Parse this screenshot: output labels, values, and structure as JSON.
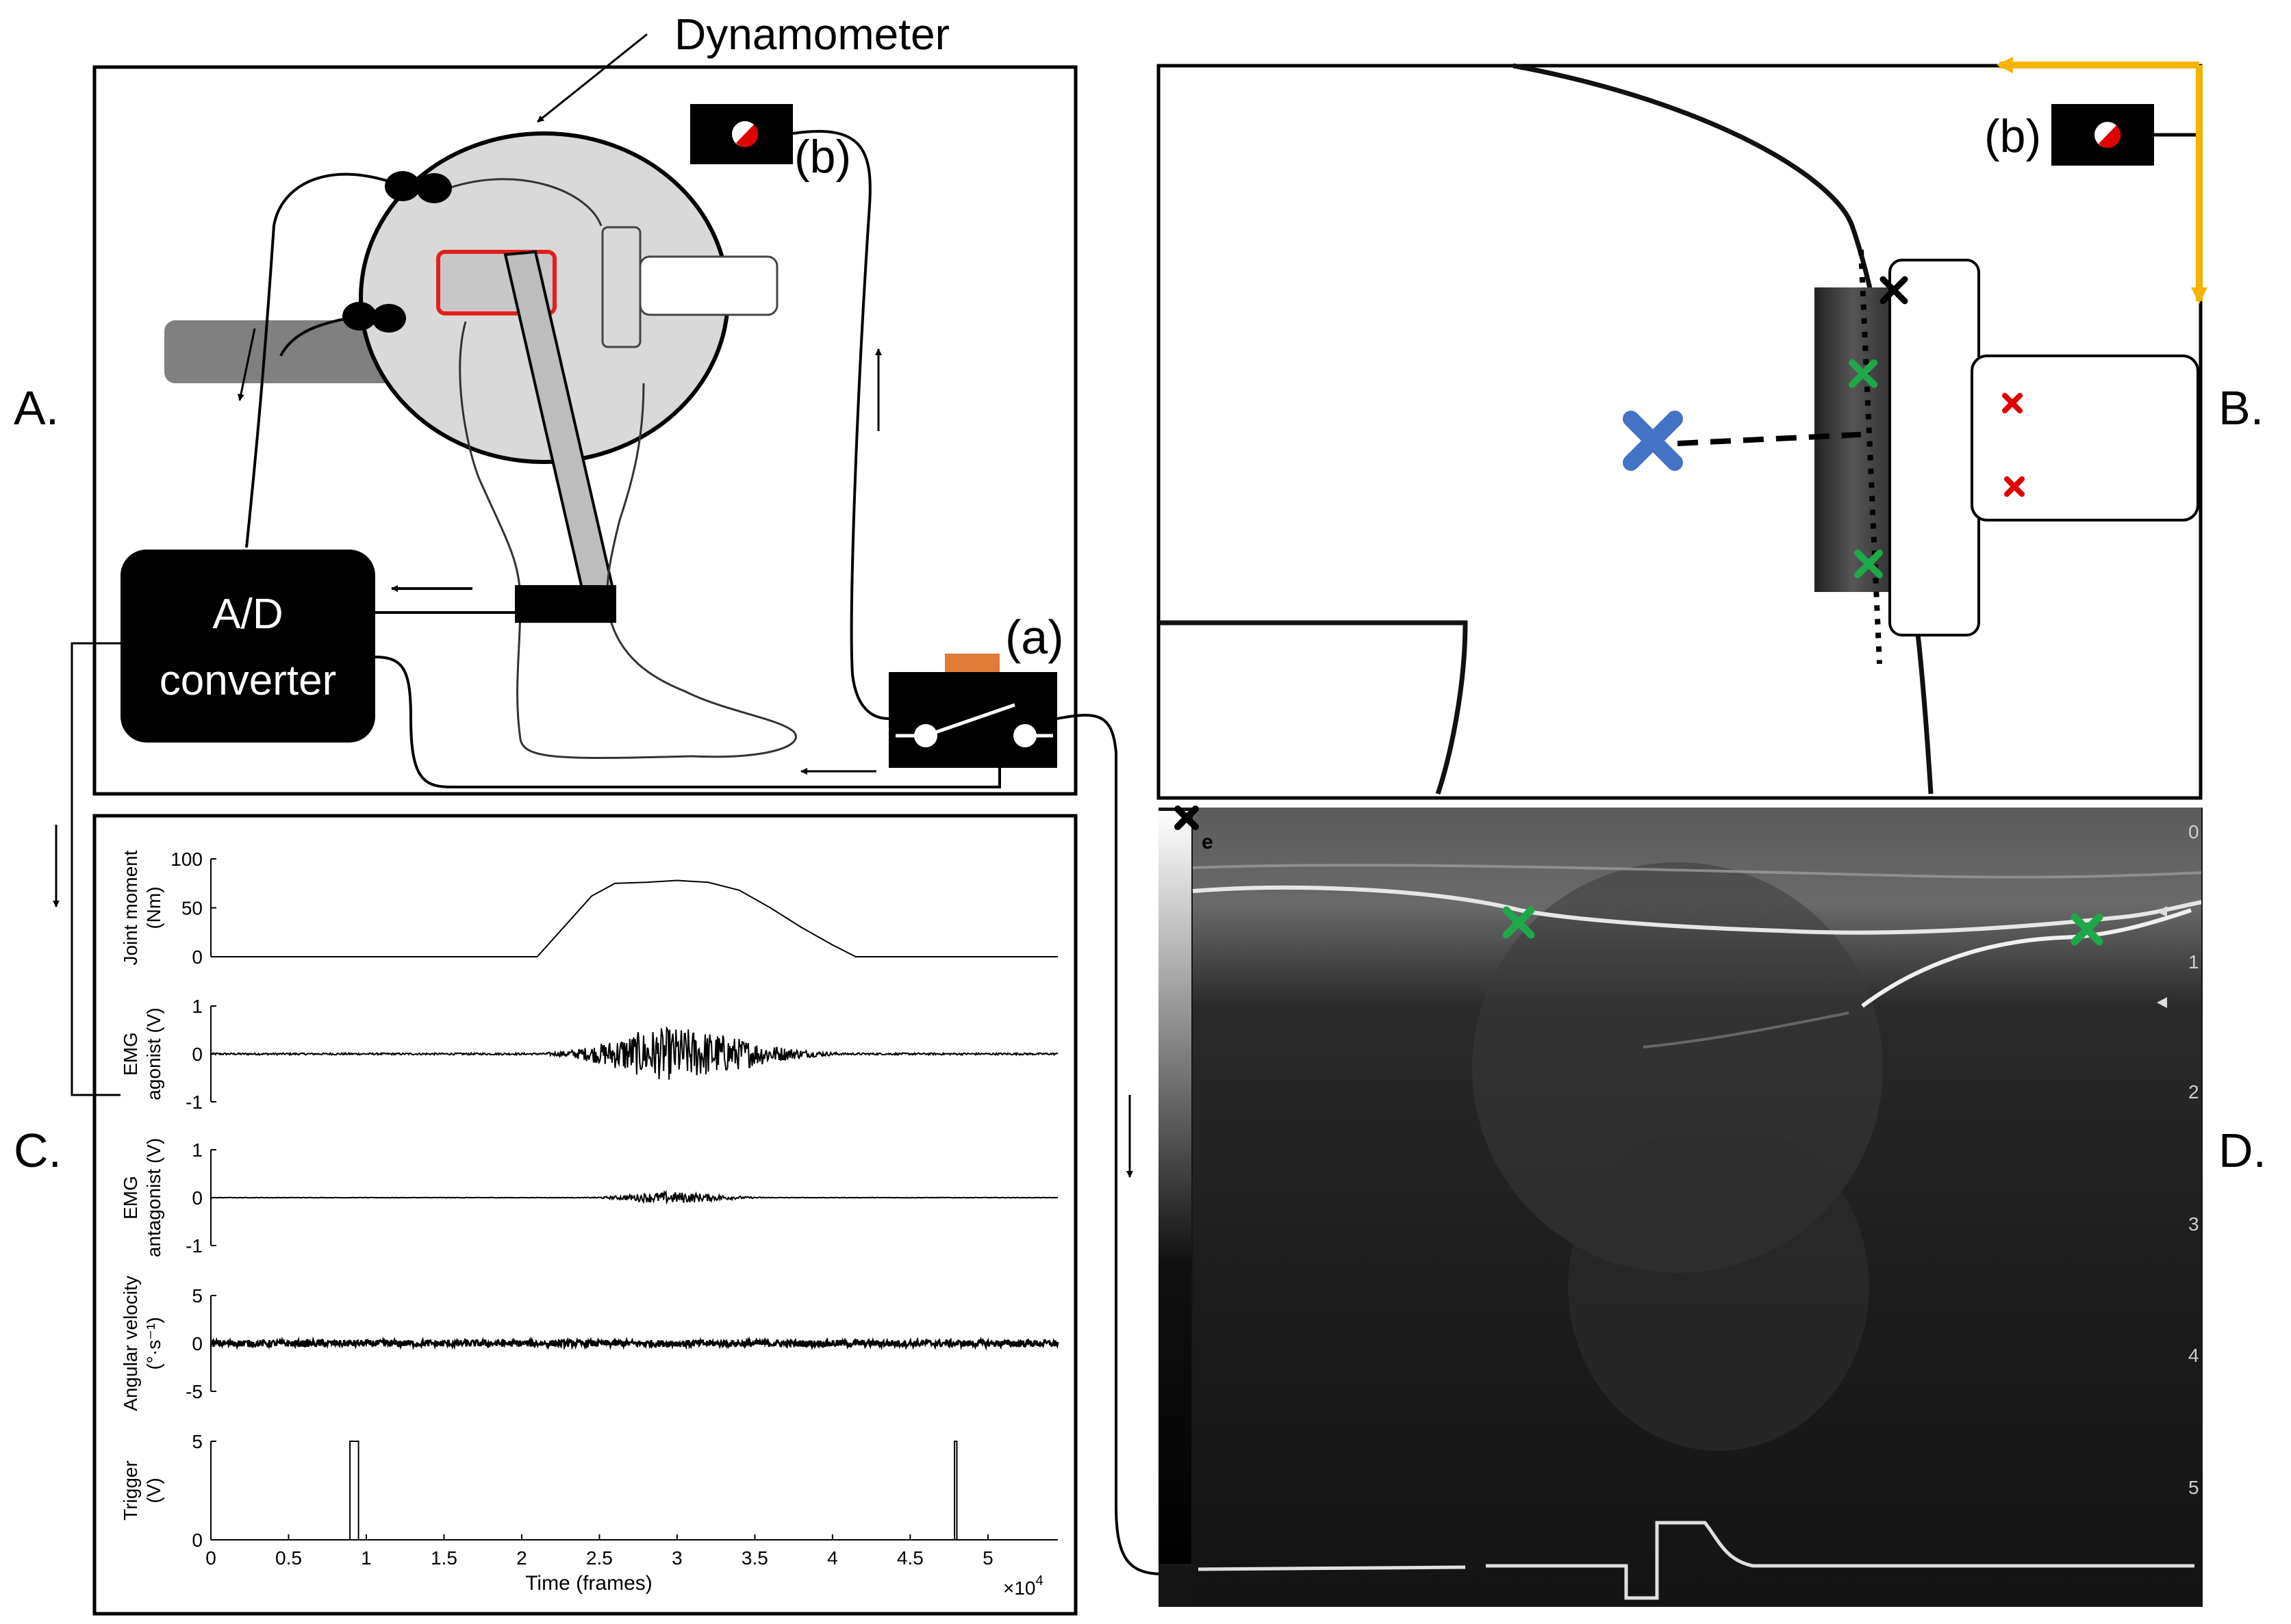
{
  "panels": {
    "a_letter": "A.",
    "b_letter": "B.",
    "c_letter": "C.",
    "d_letter": "D."
  },
  "setup": {
    "dynamometer_label": "Dynamometer",
    "ad_line1": "A/D",
    "ad_line2": "converter",
    "switch_label": "(a)",
    "camera_label": "(b)"
  },
  "ultrasound": {
    "marker_label": "e",
    "depth_ticks": [
      "0",
      "1",
      "2",
      "3",
      "4",
      "5"
    ]
  },
  "chart_data": [
    {
      "type": "line",
      "name": "joint-moment",
      "ylabel": "Joint moment (Nm)",
      "ylabel_lines": [
        "Joint moment",
        "(Nm)"
      ],
      "ylim": [
        0,
        100
      ],
      "yticks": [
        0,
        50,
        100
      ],
      "x": [
        0,
        21000,
        24500,
        26000,
        28000,
        30000,
        32000,
        34000,
        36000,
        38000,
        40000,
        41500,
        54500
      ],
      "y": [
        0,
        0,
        62,
        75,
        76,
        78,
        76,
        68,
        50,
        30,
        12,
        0,
        0
      ]
    },
    {
      "type": "line",
      "name": "emg-agonist",
      "ylabel": "EMG agonist (V)",
      "ylabel_lines": [
        "EMG",
        "agonist (V)"
      ],
      "ylim": [
        -1,
        1
      ],
      "yticks": [
        -1,
        0,
        1
      ],
      "burst": {
        "start": 21500,
        "end": 40500,
        "peak_x": 29500,
        "peak_amplitude": 0.55,
        "baseline_noise": 0.02
      }
    },
    {
      "type": "line",
      "name": "emg-antagonist",
      "ylabel": "EMG antagonist (V)",
      "ylabel_lines": [
        "EMG",
        "antagonist (V)"
      ],
      "ylim": [
        -1,
        1
      ],
      "yticks": [
        -1,
        0,
        1
      ],
      "burst": {
        "start": 24000,
        "end": 36000,
        "peak_x": 29500,
        "peak_amplitude": 0.12,
        "baseline_noise": 0.005
      }
    },
    {
      "type": "line",
      "name": "angular-velocity",
      "ylabel": "Angular velocity (°·s⁻¹)",
      "ylabel_lines": [
        "Angular velocity",
        "(°·s⁻¹)"
      ],
      "ylim": [
        -5,
        5
      ],
      "yticks": [
        -5,
        0,
        5
      ],
      "noise": {
        "start": 0,
        "end": 54500,
        "amplitude": 0.35
      }
    },
    {
      "type": "line",
      "name": "trigger",
      "ylabel": "Trigger (V)",
      "ylabel_lines": [
        "Trigger",
        "(V)"
      ],
      "ylim": [
        0,
        5
      ],
      "yticks": [
        0,
        5
      ],
      "x": [
        0,
        8950,
        8950,
        9500,
        9500,
        47850,
        47850,
        48000,
        48000,
        54500
      ],
      "y": [
        0,
        0,
        5,
        5,
        0,
        0,
        5,
        5,
        0,
        0
      ]
    }
  ],
  "x_axis": {
    "label": "Time (frames)",
    "ticks": [
      "0",
      "0.5",
      "1",
      "1.5",
      "2",
      "2.5",
      "3",
      "3.5",
      "4",
      "4.5",
      "5"
    ],
    "tick_values": [
      0,
      5000,
      10000,
      15000,
      20000,
      25000,
      30000,
      35000,
      40000,
      45000,
      50000
    ],
    "xlim": [
      0,
      54500
    ],
    "multiplier_base": "×10",
    "multiplier_exp": "4"
  },
  "colors": {
    "yellow_arrow": "#f5b400",
    "green_marker": "#1ea84a",
    "red_marker": "#e00000",
    "blue_marker": "#4472c4",
    "orange_button": "#e07b39",
    "red_rect": "#e02020"
  }
}
